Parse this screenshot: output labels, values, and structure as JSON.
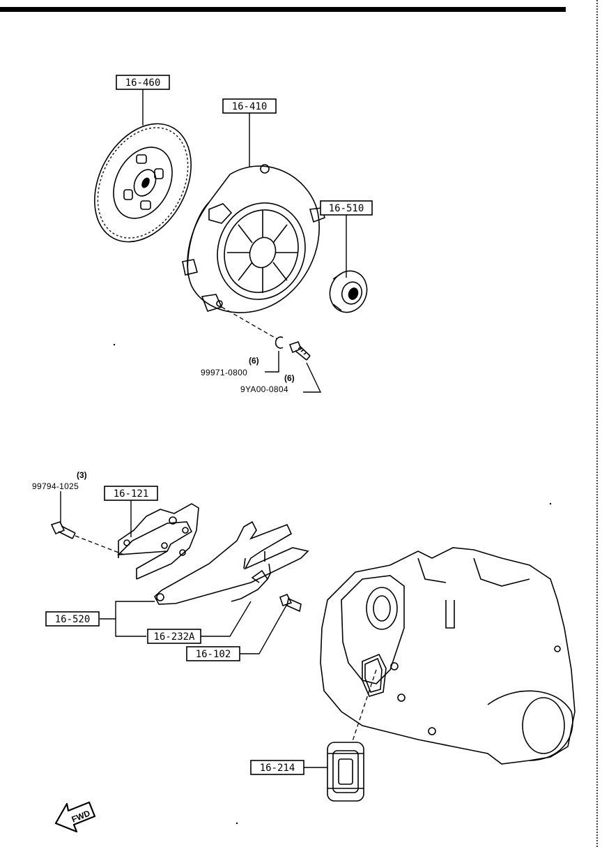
{
  "callouts": {
    "disc": "16-460",
    "cover": "16-410",
    "bearing": "16-510",
    "plate": "16-121",
    "fork": "16-520",
    "spring": "16-232A",
    "pivot": "16-102",
    "boot": "16-214"
  },
  "fasteners": {
    "washer": {
      "qty": "(6)",
      "part_no": "99971-0800"
    },
    "cover_bolt": {
      "qty": "(6)",
      "part_no": "9YA00-0804"
    },
    "plate_bolt": {
      "qty": "(3)",
      "part_no": "99794-1025"
    }
  },
  "direction_arrow": {
    "label": "FWD"
  }
}
